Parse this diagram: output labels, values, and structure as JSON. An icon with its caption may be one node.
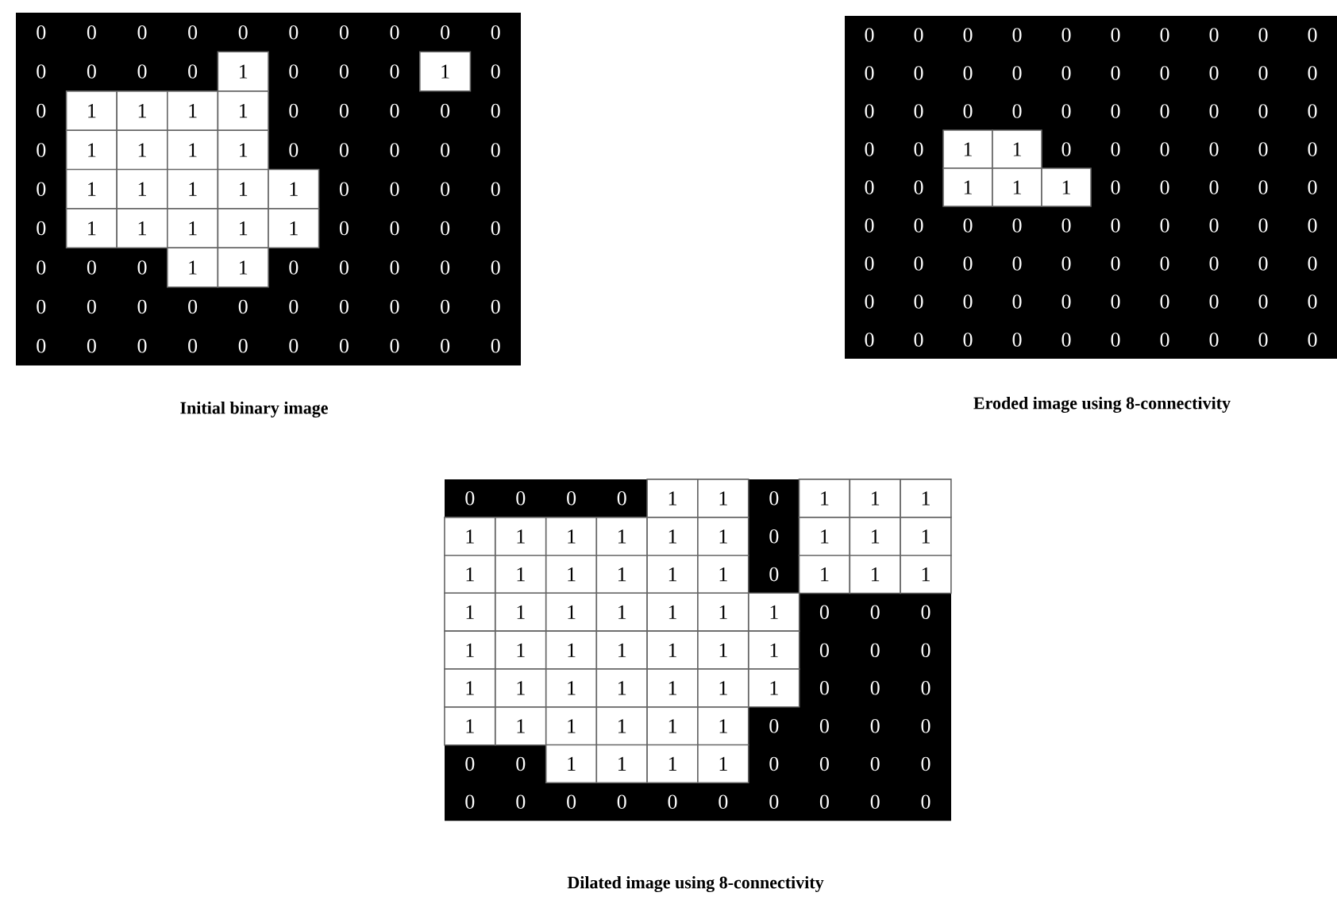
{
  "diagram": {
    "nodes": [
      {
        "text": [
          "0",
          "0",
          "0",
          "0",
          "0",
          "0",
          "0",
          "0",
          "0",
          "0",
          "0",
          "0",
          "0",
          "0",
          "1",
          "0",
          "0",
          "0",
          "1",
          "0",
          "0",
          "1",
          "1",
          "1",
          "1",
          "0",
          "0",
          "0",
          "0",
          "0",
          "0",
          "1",
          "1",
          "1",
          "1",
          "0",
          "0",
          "0",
          "0",
          "0",
          "0",
          "1",
          "1",
          "1",
          "1",
          "1",
          "0",
          "0",
          "0",
          "0",
          "0",
          "1",
          "1",
          "1",
          "1",
          "1",
          "0",
          "0",
          "0",
          "0",
          "0",
          "0",
          "0",
          "1",
          "1",
          "0",
          "0",
          "0",
          "0",
          "0",
          "0",
          "0",
          "0",
          "0",
          "0",
          "0",
          "0",
          "0",
          "0",
          "0",
          "0",
          "0",
          "0",
          "0",
          "0",
          "0",
          "0",
          "0",
          "0",
          "0"
        ],
        "beside": [
          "Initial binary image"
        ]
      },
      {
        "text": [
          "0",
          "0",
          "0",
          "0",
          "0",
          "0",
          "0",
          "0",
          "0",
          "0",
          "0",
          "0",
          "0",
          "0",
          "0",
          "0",
          "0",
          "0",
          "0",
          "0",
          "0",
          "0",
          "0",
          "0",
          "0",
          "0",
          "0",
          "0",
          "0",
          "0",
          "0",
          "0",
          "1",
          "1",
          "0",
          "0",
          "0",
          "0",
          "0",
          "0",
          "0",
          "0",
          "1",
          "1",
          "1",
          "0",
          "0",
          "0",
          "0",
          "0",
          "0",
          "0",
          "0",
          "0",
          "0",
          "0",
          "0",
          "0",
          "0",
          "0",
          "0",
          "0",
          "0",
          "0",
          "0",
          "0",
          "0",
          "0",
          "0",
          "0",
          "0",
          "0",
          "0",
          "0",
          "0",
          "0",
          "0",
          "0",
          "0",
          "0",
          "0",
          "0",
          "0",
          "0",
          "0",
          "0",
          "0",
          "0",
          "0",
          "0"
        ],
        "beside": [
          "Eroded image using 8-connectivity"
        ]
      },
      {
        "text": [
          "0",
          "0",
          "0",
          "0",
          "1",
          "1",
          "0",
          "1",
          "1",
          "1",
          "1",
          "1",
          "1",
          "1",
          "1",
          "1",
          "0",
          "1",
          "1",
          "1",
          "1",
          "1",
          "1",
          "1",
          "1",
          "1",
          "0",
          "1",
          "1",
          "1",
          "1",
          "1",
          "1",
          "1",
          "1",
          "1",
          "1",
          "0",
          "0",
          "0",
          "1",
          "1",
          "1",
          "1",
          "1",
          "1",
          "1",
          "0",
          "0",
          "0",
          "1",
          "1",
          "1",
          "1",
          "1",
          "1",
          "1",
          "0",
          "0",
          "0",
          "1",
          "1",
          "1",
          "1",
          "1",
          "1",
          "0",
          "0",
          "0",
          "0",
          "0",
          "0",
          "1",
          "1",
          "1",
          "1",
          "0",
          "0",
          "0",
          "0",
          "0",
          "0",
          "0",
          "0",
          "0",
          "0",
          "0",
          "0",
          "0",
          "0"
        ],
        "beside": [
          "Dilated image using 8-connectivity"
        ]
      }
    ]
  }
}
